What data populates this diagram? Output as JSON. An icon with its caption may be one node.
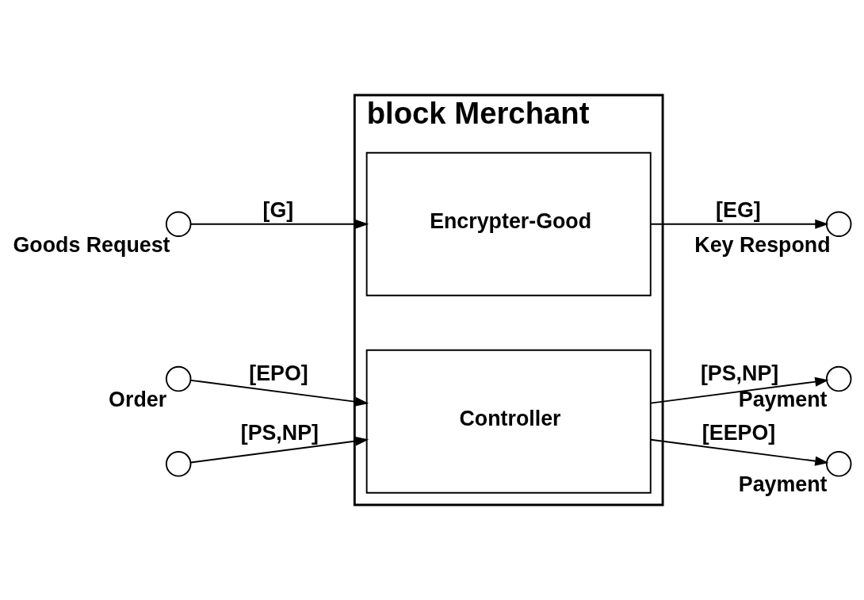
{
  "diagram": {
    "nodes": [
      {
        "text": [
          "block Merchant"
        ]
      },
      {
        "text": [],
        "shape": "circle",
        "beside": [
          "Goods Request"
        ]
      },
      {
        "text": [],
        "shape": "circle",
        "beside": [
          "Key Respond"
        ]
      },
      {
        "text": [
          "Encrypter-Good"
        ],
        "in": 0
      },
      {
        "text": [],
        "shape": "circle",
        "beside": [
          "Order"
        ]
      },
      {
        "text": [],
        "shape": "circle",
        "beside": [
          "Payment"
        ]
      },
      {
        "text": [
          "Controller"
        ],
        "in": 0
      },
      {
        "text": [],
        "shape": "circle",
        "beside": [
          "Payment"
        ]
      },
      {
        "text": [],
        "shape": "circle"
      }
    ],
    "edges": [
      {
        "from": 1,
        "to": 3,
        "arrow": "to",
        "label": "[G]"
      },
      {
        "from": 3,
        "to": 2,
        "arrow": "to",
        "label": "[EG]"
      },
      {
        "from": 4,
        "to": 6,
        "arrow": "to",
        "label": "[EPO]"
      },
      {
        "from": 6,
        "to": 5,
        "arrow": "to",
        "label": "[PS,NP]"
      },
      {
        "from": 6,
        "to": 7,
        "arrow": "to",
        "label": "[EEPO]"
      },
      {
        "from": 8,
        "to": 6,
        "arrow": "to",
        "label": "[PS,NP]"
      }
    ]
  }
}
